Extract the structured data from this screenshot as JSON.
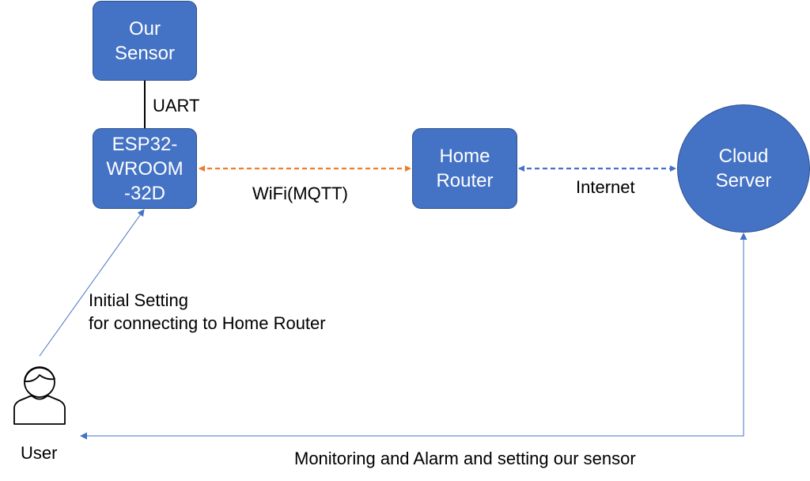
{
  "nodes": {
    "sensor": "Our\nSensor",
    "esp32": "ESP32-\nWROOM\n-32D",
    "router": "Home\nRouter",
    "cloud": "Cloud\nServer"
  },
  "user_label": "User",
  "edges": {
    "uart": "UART",
    "wifi": "WiFi(MQTT)",
    "internet": "Internet",
    "initial_setting_line1": "Initial Setting",
    "initial_setting_line2": "for connecting to Home Router",
    "monitoring": "Monitoring and Alarm and setting our sensor"
  },
  "colors": {
    "node_fill": "#4472c4",
    "node_border": "#2f528f",
    "wifi_link": "#ed7d31",
    "internet_link": "#4472c4",
    "thin_link": "#4472c4",
    "uart_link": "#000000"
  }
}
